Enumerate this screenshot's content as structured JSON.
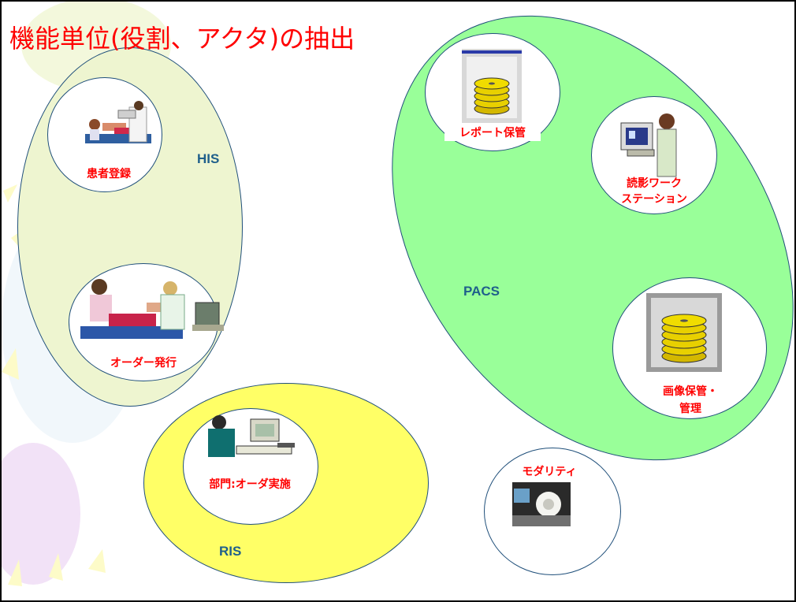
{
  "title": "機能単位(役割、アクタ)の抽出",
  "colors": {
    "his_fill": "#eef5d0",
    "pacs_fill": "#99ff99",
    "ris_fill": "#ffff66",
    "border": "#1f4f7a",
    "caption": "#ff0000",
    "group_label": "#1f5f8b"
  },
  "groups": {
    "his": "HIS",
    "pacs": "PACS",
    "ris": "RIS"
  },
  "actors": {
    "patient_registration": "患者登録",
    "order_issue": "オーダー発行",
    "department_order_exec": "部門:オーダ実施",
    "report_storage": "レポート保管",
    "reading_workstation_line1": "読影ワーク",
    "reading_workstation_line2": "ステーション",
    "image_storage_line1": "画像保管・",
    "image_storage_line2": "管理",
    "modality": "モダリティ"
  }
}
